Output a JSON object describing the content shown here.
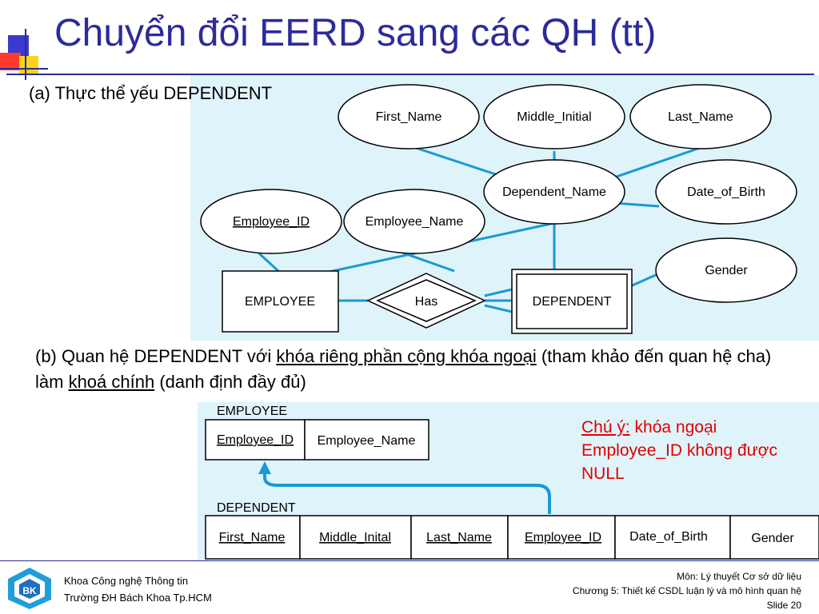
{
  "title": "Chuyển đổi EERD sang các QH (tt)",
  "part_a": {
    "caption": "(a) Thực thể yếu DEPENDENT",
    "attributes": {
      "first_name": "First_Name",
      "middle_initial": "Middle_Initial",
      "last_name": "Last_Name",
      "dependent_name": "Dependent_Name",
      "date_of_birth": "Date_of_Birth",
      "employee_id": "Employee_ID",
      "employee_name": "Employee_Name",
      "gender": "Gender"
    },
    "entities": {
      "employee": "EMPLOYEE",
      "dependent": "DEPENDENT"
    },
    "relationship": "Has"
  },
  "part_b": {
    "caption_pre": "(b) Quan hệ DEPENDENT với ",
    "caption_u1": "khóa riêng phần cộng khóa ngoại",
    "caption_mid": " (tham khảo đến quan hệ cha) làm ",
    "caption_u2": "khoá chính",
    "caption_post": " (danh định đầy đủ)",
    "employee_table": {
      "name": "EMPLOYEE",
      "columns": [
        "Employee_ID",
        "Employee_Name"
      ]
    },
    "dependent_table": {
      "name": "DEPENDENT",
      "columns": [
        "First_Name",
        "Middle_Inital",
        "Last_Name",
        "Employee_ID",
        "Date_of_Birth",
        "Gender"
      ]
    }
  },
  "note": {
    "label": "Chú ý:",
    "text": " khóa ngoại Employee_ID không được NULL"
  },
  "footer": {
    "logo_text": "BK",
    "left_line1": "Khoa Công nghệ Thông tin",
    "left_line2": "Trường ĐH Bách Khoa Tp.HCM",
    "right_line1": "Môn: Lý thuyết Cơ sở dữ liệu",
    "right_line2": "Chương 5: Thiết kế CSDL luận lý và mô hình quan hệ",
    "right_line3": "Slide 20"
  },
  "colors": {
    "title": "#2b2b9a",
    "diagram_bg": "#dff3fb",
    "connector": "#1a9ad0",
    "note": "#e00000"
  }
}
